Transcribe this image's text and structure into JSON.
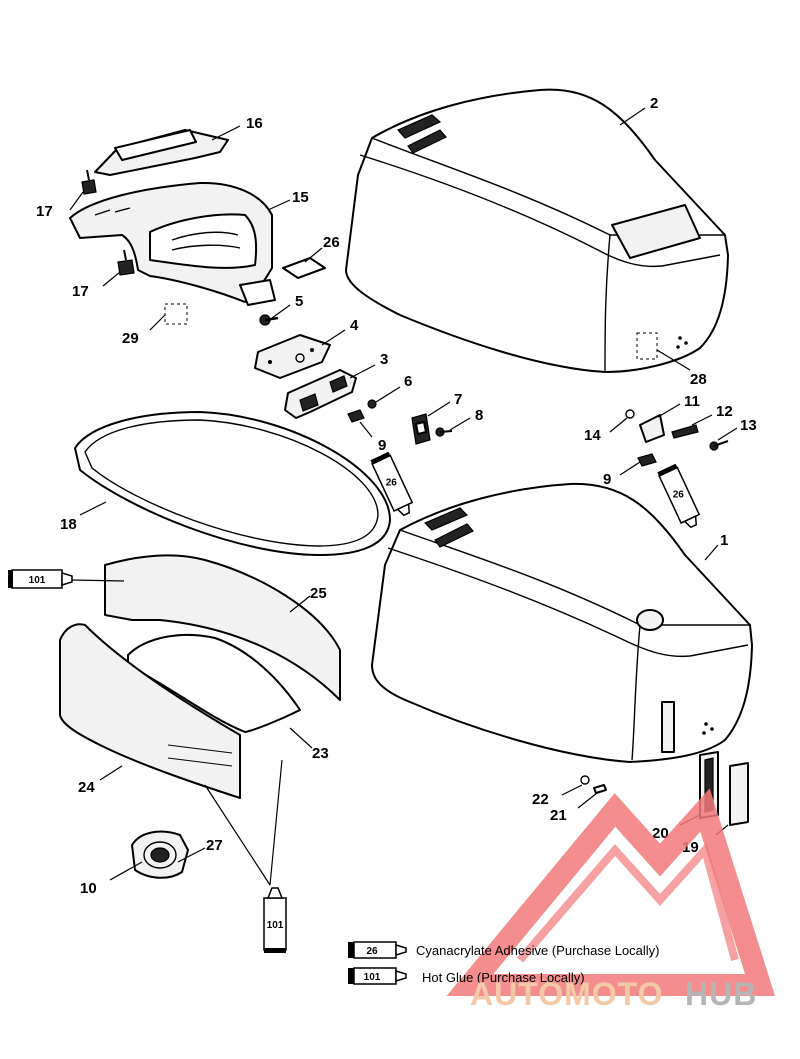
{
  "callouts": {
    "c1": "1",
    "c2": "2",
    "c3": "3",
    "c4": "4",
    "c5": "5",
    "c6": "6",
    "c7": "7",
    "c8": "8",
    "c9a": "9",
    "c9b": "9",
    "c10": "10",
    "c11": "11",
    "c12": "12",
    "c13": "13",
    "c14": "14",
    "c15": "15",
    "c16": "16",
    "c17a": "17",
    "c17b": "17",
    "c18": "18",
    "c19": "19",
    "c20": "20",
    "c21": "21",
    "c22": "22",
    "c23": "23",
    "c24": "24",
    "c25": "25",
    "c26": "26",
    "c27": "27",
    "c28": "28",
    "c29": "29"
  },
  "tubes": {
    "t26a": "26",
    "t26b": "26",
    "t101a": "101",
    "t101b": "101"
  },
  "legend": {
    "items": [
      {
        "code": "26",
        "label": "Cyanacrylate Adhesive (Purchase Locally)"
      },
      {
        "code": "101",
        "label": "Hot Glue (Purchase Locally)"
      }
    ]
  },
  "watermark": {
    "part_a": "AUTOMOTO",
    "part_b": "HUB",
    "color_a": "#f4c9a8",
    "color_b": "#b5b5b5",
    "logo_color": "#f27a7a"
  }
}
